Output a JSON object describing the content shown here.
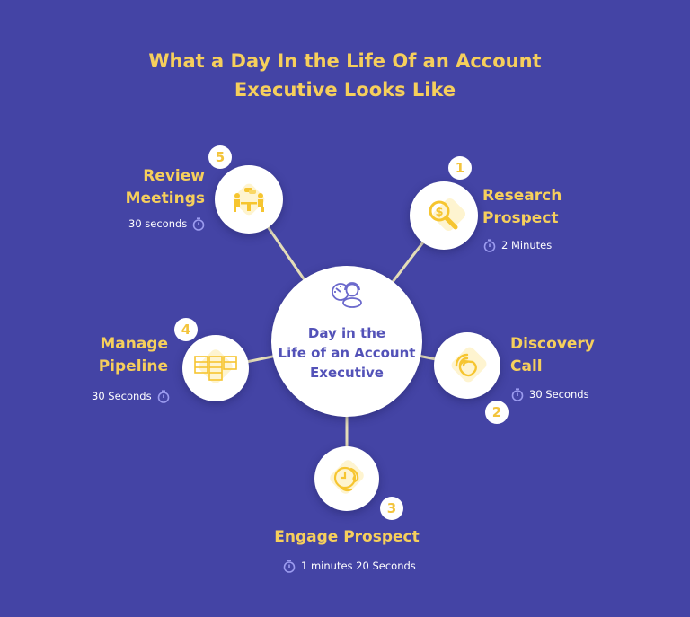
{
  "title": {
    "line1": "What a Day In the Life Of an Account",
    "line2": "Executive Looks Like"
  },
  "center": {
    "icon": "clock-headset-agent-icon",
    "line1": "Day in the",
    "line2": "Life of an Account",
    "line3": "Executive"
  },
  "steps": [
    {
      "number": "1",
      "title_line1": "Research",
      "title_line2": "Prospect",
      "duration": "2 Minutes",
      "icon": "dollar-magnifier-icon"
    },
    {
      "number": "2",
      "title_line1": "Discovery",
      "title_line2": "Call",
      "duration": "30 Seconds",
      "icon": "phone-ringing-icon"
    },
    {
      "number": "3",
      "title_line1": "Engage Prospect",
      "duration": "1 minutes 20 Seconds",
      "icon": "phone-clock-icon"
    },
    {
      "number": "4",
      "title_line1": "Manage",
      "title_line2": "Pipeline",
      "duration": "30 Seconds",
      "icon": "kanban-board-icon"
    },
    {
      "number": "5",
      "title_line1": "Review",
      "title_line2": "Meetings",
      "duration": "30 seconds",
      "icon": "meeting-people-icon"
    }
  ],
  "colors": {
    "background": "#4444a5",
    "accent_yellow": "#f6cf5c",
    "center_text": "#5352b8",
    "connector": "#e4ddb8",
    "timer_icon": "#9c9cf0"
  }
}
